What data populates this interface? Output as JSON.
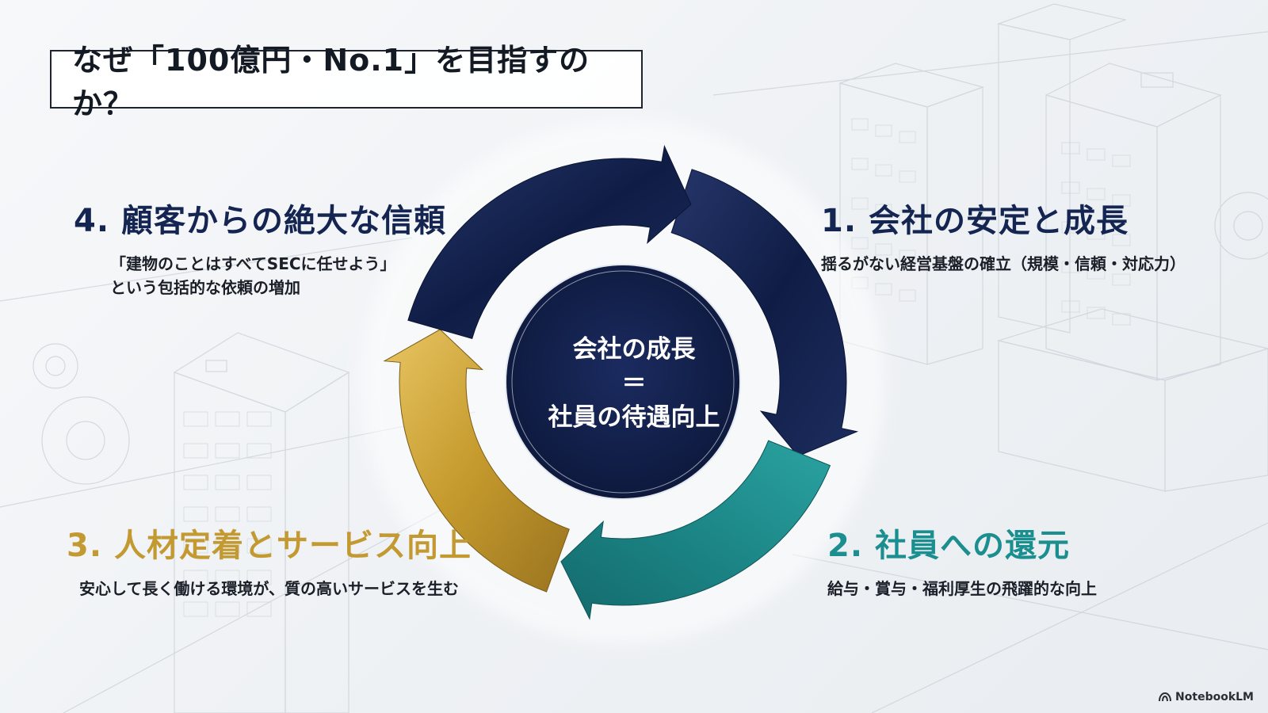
{
  "title": "なぜ「100億円・No.1」を目指すのか？",
  "center": {
    "line1": "会社の成長",
    "line2": "＝",
    "line3": "社員の待遇向上"
  },
  "stages": [
    {
      "heading": "1. 会社の安定と成長",
      "lines": [
        "揺るがない経営基盤の確立（規模・信頼・対応力）"
      ],
      "color": "#142552"
    },
    {
      "heading": "2. 社員への還元",
      "lines": [
        "給与・賞与・福利厚生の飛躍的な向上"
      ],
      "color": "#1b8e8f"
    },
    {
      "heading": "3. 人材定着とサービス向上",
      "lines": [
        "安心して長く働ける環境が、質の高いサービスを生む"
      ],
      "color": "#c39a32"
    },
    {
      "heading": "4. 顧客からの絶大な信頼",
      "lines": [
        "「建物のことはすべてSECに任せよう」",
        "という包括的な依頼の増加"
      ],
      "color": "#142552"
    }
  ],
  "brand": {
    "label": "NotebookLM",
    "icon": "notebook-logo-icon"
  }
}
